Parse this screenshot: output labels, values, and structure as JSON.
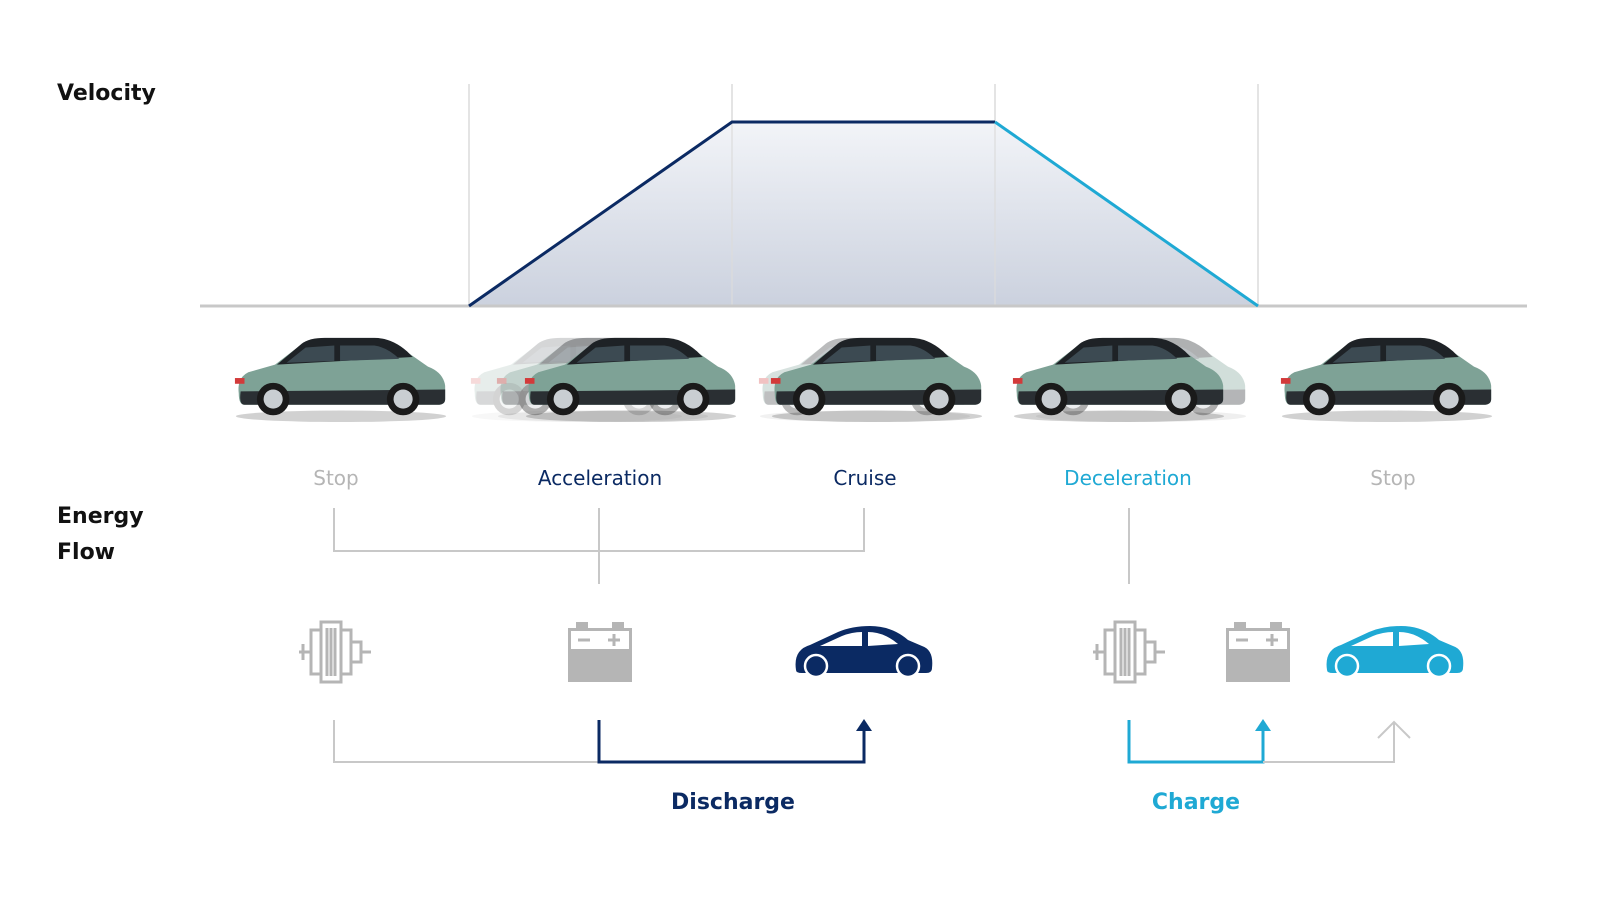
{
  "labels": {
    "velocity": "Velocity",
    "energy_line1": "Energy",
    "energy_line2": "Flow"
  },
  "phases": [
    {
      "label": "Stop",
      "state": "idle"
    },
    {
      "label": "Acceleration",
      "state": "discharge"
    },
    {
      "label": "Cruise",
      "state": "discharge"
    },
    {
      "label": "Deceleration",
      "state": "charge"
    },
    {
      "label": "Stop",
      "state": "idle"
    }
  ],
  "flows": {
    "discharge": "Discharge",
    "charge": "Charge"
  },
  "velocity_profile": {
    "levels": [
      0,
      0,
      1,
      1,
      0,
      0
    ],
    "note": "relative speed at phase boundaries"
  },
  "icons": {
    "motor": "electric-motor-icon",
    "battery": "battery-icon",
    "vehicle": "vehicle-icon",
    "car_photo": "hatchback-car-photo"
  },
  "colors": {
    "discharge": "#0b2a63",
    "charge": "#1fa9d4",
    "idle": "#b5b5b5",
    "car_body": "#7ea296",
    "fill_top": "#f1f3f7",
    "fill_bottom": "#cbd1de"
  }
}
